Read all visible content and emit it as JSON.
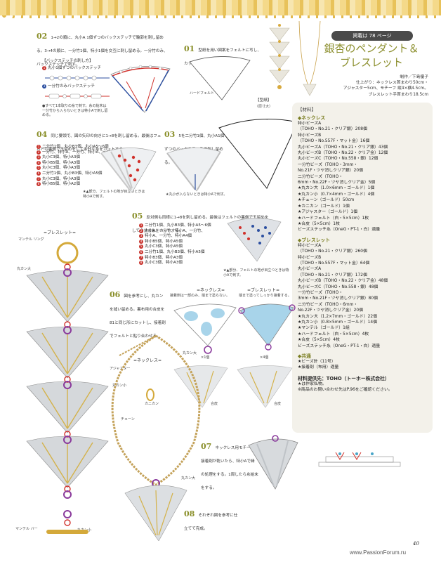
{
  "header": {
    "ref": "掲載は 78 ページ",
    "title_line1": "銀杏のペンダント＆",
    "title_line2": "ブレスレット",
    "credits": [
      "制作／下島優子",
      "仕上がり：ネックレス首まわり50cm・",
      "アジャスター5cm、モチーフ 縦4×横4.5cm。",
      "ブレスレット手首まわり18.5cm"
    ]
  },
  "materials": {
    "heading": "【材料】",
    "necklace_head": "◆ネックレス",
    "necklace": [
      "特小ビーズA",
      "（TOHO・No.21・クリア銀）208個",
      "特小ビーズB",
      "（TOHO・No.557F・マット金）16個",
      "丸小ビーズA（TOHO・No.21・クリア銀）43個",
      "丸小ビーズB（TOHO・No.22・クリア金）12個",
      "丸小ビーズC（TOHO・No.558・銀）12個",
      "一分竹ビーズ（TOHO・3mm・",
      "No.21F・ツヤ消しクリア銀）20個",
      "二分竹ビーズ（TOHO・",
      "6mm・No.22F・ツヤ消しクリア金）5個",
      "★丸カン大（1.0×6mm・ゴールド）1個",
      "★丸カン小（0.7×4mm・ゴールド）4個",
      "★チェーン（ゴールド）50cm",
      "★カニカン（ゴールド）1個",
      "★アジャスター（ゴールド）1個",
      "★ハードフェルト（白・5×5cm）1枚",
      "★合皮（5×5cm）1枚",
      "ビーズステッチ糸（OneG・PT-1・白）適量"
    ],
    "bracelet_head": "◆ブレスレット",
    "bracelet": [
      "特小ビーズA",
      "（TOHO・No.21・クリア銀）260個",
      "特小ビーズB",
      "（TOHO・No.557F・マット金）64個",
      "丸小ビーズA",
      "（TOHO・No.21・クリア銀）172個",
      "丸小ビーズB（TOHO・No.22・クリア金）48個",
      "丸小ビーズC（TOHO・No.558・銀）48個",
      "一分竹ビーズ（TOHO・",
      "3mm・No.21F・ツヤ消しクリア銀）80個",
      "二分竹ビーズ（TOHO・6mm・",
      "No.22F・ツヤ消しクリア金）20個",
      "★丸カン大（1.2×7mm・ゴールド）22個",
      "★丸カン小（0.8×5mm・ゴールド）14個",
      "★マンテル（ゴールド）1組",
      "★ハードフェルト（白・5×5cm）4枚",
      "★合皮（5×5cm）4枚",
      "ビーズステッチ糸（OneG・PT-1・白）適量"
    ],
    "common_head": "◆共通",
    "common": [
      "★ビーズ針（11号）",
      "★接着剤（布用）適量"
    ],
    "supplier": "材料提供先：TOHO（トーホー株式会社）",
    "note1": "★は作家私物。",
    "note2": "※商品のお問い合わせ先はP.96をご確認ください。"
  },
  "steps": {
    "s01": {
      "num": "01",
      "text": "型紙を用い図案をフェルトに写し、カットする。",
      "felt": "ハードフェルト",
      "pattern_label": "【型紙】",
      "pattern_sub": "（原寸大）"
    },
    "s02": {
      "num": "02",
      "text": "1→2の順に、丸小A 1個ずつのバックステッチで輪郭を刺し留める。3→4の順に、一分竹1個、特小1個を交互に刺し留める。一分竹のみ、バックステッチで刺す。",
      "box_title": "【バックステッチの刺し方】",
      "sub1": "丸小1個ずつのバックステッチ",
      "sub2": "一分竹のみバックステッチ",
      "note": "●すべて1本取りの糸で刺す。糸の始末は一分竹から入らないときは特小Aで刺し留める。"
    },
    "s03": {
      "num": "03",
      "text": "5を二分竹1個、丸小A1個ずつのバックステッチで刺し留める。",
      "note": "★丸小が入らないときは特小Aで刺す。"
    },
    "s04": {
      "num": "04",
      "text": "同じ要領で、図の矢印の向きに1→8を刺し留める。最後はフェルトの裏側で玉留めをして余分な糸をカットする。",
      "list": [
        "二分竹1個、丸小B3個、丸小A5〜6個",
        "一分竹、特小A、一分竹、特小A、一分竹、特小A4個",
        "丸小C3個、特小A3個",
        "特小B5個、特小A3個",
        "丸小C3個、特小A3個",
        "二分竹1個、丸小B3個、特小A5個",
        "丸小C3個、特小A3個",
        "特小B5個、特小A2個"
      ],
      "note": "★▲部分、フェルトの地が目立つときは特小Aで刺す。"
    },
    "s05": {
      "num": "05",
      "text": "反対側も同様に1→8を刺し留める。最後はフェルトの裏側で玉留めをして余分な糸をカットする。",
      "list": [
        "二分竹1個、丸小B3個、特小A5〜6個",
        "丸小A、一分竹、特小A、一分竹、",
        "特小A、一分竹、特小A4個",
        "特小B5個、特小A5個",
        "丸小C3個、特小A5個",
        "二分竹1個、丸小B3個、特小A5個",
        "特小B3個、特小A3個",
        "丸小C3個、特小A3個"
      ],
      "note": "★▲部分、フェルトの地が目立つときは特小Aで刺す。"
    },
    "s06": {
      "num": "06",
      "text": "図を参考にし、丸カンを縫い留める。裏布用の合皮を81と同じ形にカットし、接着剤でフェルトと貼り合わせる。",
      "necklace": "=ネックレス=",
      "bracelet": "=ブレスレット=",
      "neck_note": "接着剤は一部のみ、端まで塗らない。",
      "brace_note": "端まで塗ってしっかり接着する。",
      "ring": "丸カン大",
      "count1": "×1個",
      "count2": "×4個",
      "leather": "合皮"
    },
    "s07": {
      "num": "07",
      "text": "ネックレス用モチーフは接着剤が乾いたら、特小Aで縁の処理をする。1周したら糸始末をする。"
    },
    "s08": {
      "num": "08",
      "text": "それぞれ図を参考に仕立てて完成。"
    },
    "bracelet_label": "=ブレスレット=",
    "necklace_label": "=ネックレス=",
    "mantel_ring": "マンテル リング",
    "mantel_bar": "マンテル バー",
    "ring_big": "丸カン大",
    "ring_small": "丸カン小",
    "adjuster": "アジャスター",
    "kanikan": "カニカン",
    "chain": "チェーン"
  },
  "footer": {
    "page": "40",
    "watermark": "www.PassionForum.ru"
  },
  "colors": {
    "accent": "#8c8f2e",
    "red": "#d0302a",
    "blue": "#2c4fa0",
    "panel": "#f3f1ea",
    "gold": "#e2b94c"
  }
}
